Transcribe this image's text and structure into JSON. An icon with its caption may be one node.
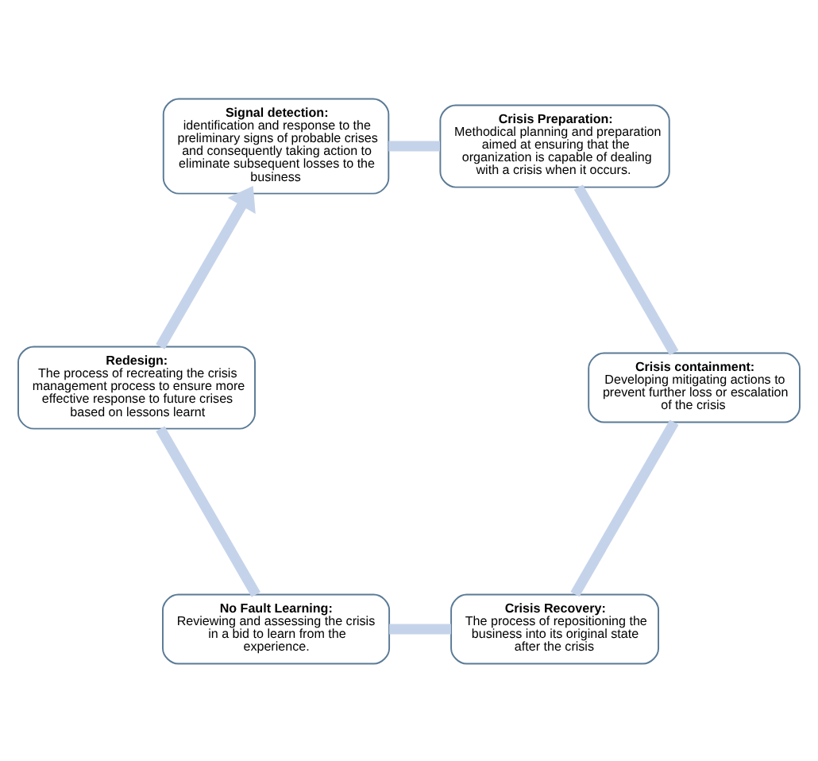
{
  "diagram": {
    "nodes": [
      {
        "text": [
          "Signal detection:",
          "identification and response to the preliminary signs of probable crises and consequently taking action to eliminate subsequent losses to the business"
        ]
      },
      {
        "text": [
          "Crisis Preparation:",
          "Methodical planning and preparation aimed at ensuring that the organization is capable of dealing with a crisis when it occurs."
        ]
      },
      {
        "text": [
          "Crisis containment:",
          "Developing mitigating actions to prevent further loss or escalation of the crisis"
        ]
      },
      {
        "text": [
          "Crisis Recovery:",
          "The process of repositioning the business into its original state after the crisis"
        ]
      },
      {
        "text": [
          "No Fault Learning:",
          "Reviewing and assessing the crisis in a bid to learn from the experience."
        ]
      },
      {
        "text": [
          "Redesign:",
          "The process of recreating the crisis management process to ensure more effective response to future crises based on lessons learnt"
        ]
      }
    ],
    "edges": [
      {
        "from": 0,
        "to": 1,
        "arrow": "none"
      },
      {
        "from": 1,
        "to": 2,
        "arrow": "none"
      },
      {
        "from": 2,
        "to": 3,
        "arrow": "none"
      },
      {
        "from": 3,
        "to": 4,
        "arrow": "none"
      },
      {
        "from": 4,
        "to": 5,
        "arrow": "none"
      },
      {
        "from": 5,
        "to": 0,
        "arrow": "to"
      }
    ]
  }
}
